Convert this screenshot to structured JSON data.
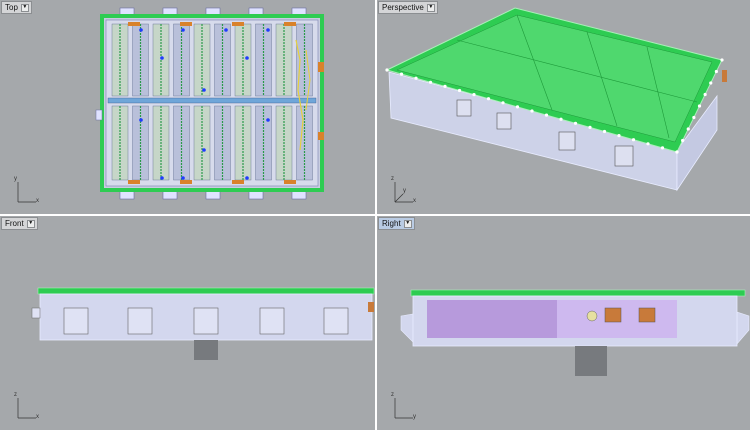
{
  "viewports": {
    "top": {
      "label": "Top",
      "axis_h": "x",
      "axis_v": "y"
    },
    "perspective": {
      "label": "Perspective",
      "axis_h": "x",
      "axis_v": "y",
      "axis_d": "z"
    },
    "front": {
      "label": "Front",
      "axis_h": "x",
      "axis_v": "z"
    },
    "right": {
      "label": "Right",
      "axis_h": "y",
      "axis_v": "z"
    }
  },
  "active_viewport": "right",
  "icons": {
    "dropdown": "chevron-down-icon",
    "axis": "axis-gizmo-icon"
  },
  "colors": {
    "viewport_bg": "#a5a8ab",
    "pcb_green": "#2ecc52",
    "edge_light": "#e8ecff",
    "highlight_blue": "#1f3cff",
    "connector_orange": "#c87a3a",
    "purple_panel": "#b28fd8"
  }
}
